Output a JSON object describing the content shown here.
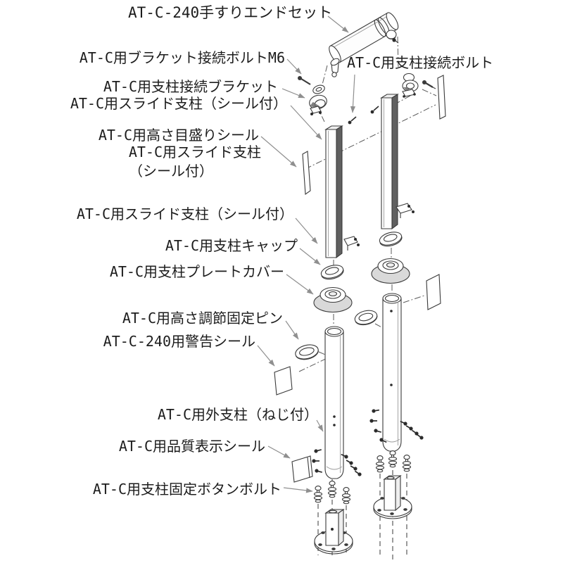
{
  "diagram": {
    "title": "AT-C-240手すりエンドセット",
    "labels": [
      {
        "id": "bracket-connect-bolt-m6",
        "text": "AT-C用ブラケット接続ボルトM6"
      },
      {
        "id": "post-connect-bracket",
        "text": "AT-C用支柱接続ブラケット"
      },
      {
        "id": "slide-post-seal-1",
        "text": "AT-C用スライド支柱（シール付）"
      },
      {
        "id": "post-connect-bolt",
        "text": "AT-C用支柱接続ボルト"
      },
      {
        "id": "height-scale-seal",
        "text": "AT-C用高さ目盛りシール"
      },
      {
        "id": "slide-post-seal-2a",
        "text": "AT-C用スライド支柱"
      },
      {
        "id": "slide-post-seal-2b",
        "text": "（シール付）"
      },
      {
        "id": "slide-post-seal-3",
        "text": "AT-C用スライド支柱（シール付）"
      },
      {
        "id": "post-cap",
        "text": "AT-C用支柱キャップ"
      },
      {
        "id": "post-plate-cover",
        "text": "AT-C用支柱プレートカバー"
      },
      {
        "id": "height-adjust-fix-pin",
        "text": "AT-C用高さ調節固定ピン"
      },
      {
        "id": "warning-seal",
        "text": "AT-C-240用警告シール"
      },
      {
        "id": "outer-post-with-screw",
        "text": "AT-C用外支柱（ねじ付）"
      },
      {
        "id": "quality-label-seal",
        "text": "AT-C用品質表示シール"
      },
      {
        "id": "post-fix-button-bolt",
        "text": "AT-C用支柱固定ボタンボルト"
      }
    ],
    "colors": {
      "background": "#ffffff",
      "text": "#1c1c1c",
      "outline": "#3a3a3a",
      "leader_line": "#8f8f8f",
      "dark_shade": "#606060",
      "light_shade": "#d9d9d9"
    }
  }
}
